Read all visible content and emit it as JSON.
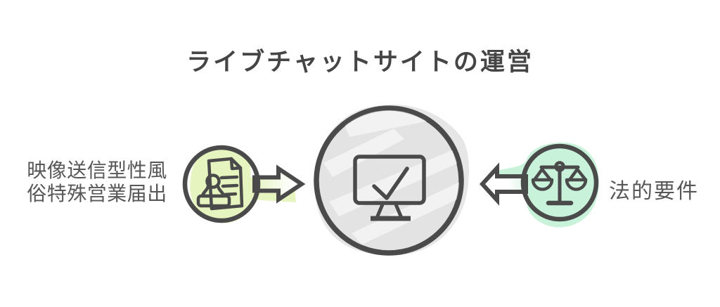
{
  "title": "ライブチャットサイトの運営",
  "left_item": {
    "label_line1": "映像送信型性風",
    "label_line2": "俗特殊営業届出",
    "icon": "document-stamp-icon",
    "highlight_color": "#e6f4bf"
  },
  "center_item": {
    "icon": "monitor-check-icon",
    "fill_color": "#e3e3e3"
  },
  "right_item": {
    "label": "法的要件",
    "icon": "scales-icon",
    "highlight_color": "#c9f2da"
  },
  "arrows": {
    "left_to_center": "arrow-pointing-right",
    "right_to_center": "arrow-pointing-left"
  },
  "colors": {
    "outline": "#4a4a4a",
    "title_text": "#454545",
    "label_text": "#575757",
    "center_gray": "#e3e3e3",
    "green_highlight": "#e6f4bf",
    "mint_highlight": "#c9f2da"
  }
}
